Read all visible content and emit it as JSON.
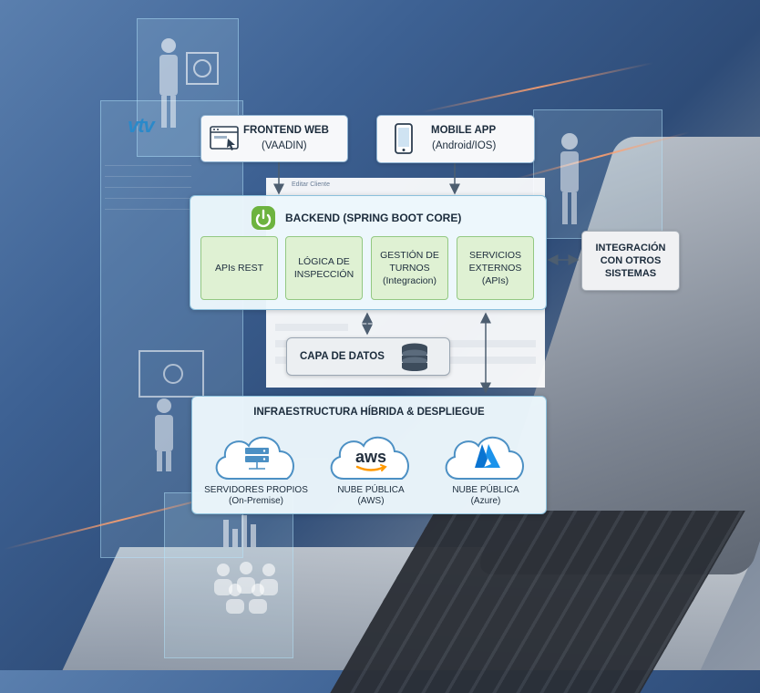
{
  "background": {
    "logo_text": "vtv",
    "screen_label": "Editar Cliente"
  },
  "frontend": {
    "title": "FRONTEND WEB",
    "subtitle": "(VAADIN)",
    "icon": "browser-window-icon"
  },
  "mobile": {
    "title": "MOBILE APP",
    "subtitle": "(Android/IOS)",
    "icon": "smartphone-icon"
  },
  "backend": {
    "title": "BACKEND (SPRING BOOT CORE)",
    "icon": "spring-power-icon",
    "modules": [
      {
        "line1": "APIs REST",
        "line2": "",
        "line3": ""
      },
      {
        "line1": "LÓGICA DE",
        "line2": "INSPECCIÓN",
        "line3": ""
      },
      {
        "line1": "GESTIÓN DE",
        "line2": "TURNOS",
        "line3": "(Integracion)"
      },
      {
        "line1": "SERVICIOS",
        "line2": "EXTERNOS",
        "line3": "(APIs)"
      }
    ]
  },
  "integration": {
    "line1": "INTEGRACIÓN",
    "line2": "CON OTROS",
    "line3": "SISTEMAS"
  },
  "data_layer": {
    "title": "CAPA DE DATOS",
    "icon": "database-icon"
  },
  "infrastructure": {
    "title": "INFRAESTRUCTURA HÍBRIDA & DESPLIEGUE",
    "clouds": [
      {
        "line1": "SERVIDORES PROPIOS",
        "line2": "(On-Premise)",
        "icon": "server-rack-icon"
      },
      {
        "line1": "NUBE PÚBLICA",
        "line2": "(AWS)",
        "icon": "aws-logo-icon",
        "logo_text": "aws"
      },
      {
        "line1": "NUBE PÚBLICA",
        "line2": "(Azure)",
        "icon": "azure-logo-icon"
      }
    ]
  },
  "colors": {
    "module_fill": "#dff1d3",
    "module_border": "#93c882",
    "panel_border": "#8bc0dc",
    "spring_green": "#6db33f",
    "aws_orange": "#ff9900",
    "azure_blue": "#0a74d1"
  }
}
